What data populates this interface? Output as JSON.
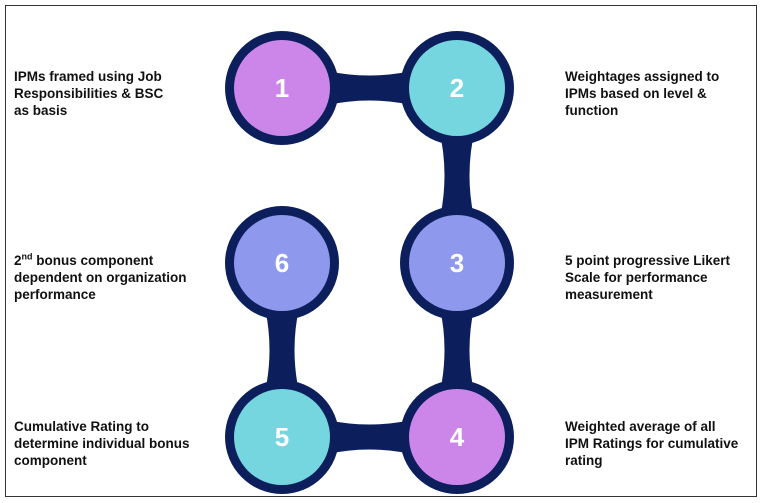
{
  "diagram": {
    "colors": {
      "connector": "#0c1f5c",
      "purple": "#cc86ea",
      "teal": "#75d6df",
      "periwinkle": "#8e98ec"
    },
    "steps": [
      {
        "number": "1",
        "color": "purple",
        "description": [
          "IPMs framed using Job",
          "Responsibilities & BSC",
          "as basis"
        ]
      },
      {
        "number": "2",
        "color": "teal",
        "description": [
          "Weightages assigned to",
          "IPMs based on level &",
          "function"
        ]
      },
      {
        "number": "3",
        "color": "periwinkle",
        "description": [
          "5 point progressive Likert",
          "Scale for performance",
          "measurement"
        ]
      },
      {
        "number": "4",
        "color": "purple",
        "description": [
          "Weighted average of all",
          "IPM Ratings for cumulative",
          "rating"
        ]
      },
      {
        "number": "5",
        "color": "teal",
        "description": [
          "Cumulative Rating to",
          "determine individual bonus",
          "component"
        ]
      },
      {
        "number": "6",
        "color": "periwinkle",
        "description": {
          "superscript_prefix": "2",
          "superscript": "nd",
          "lines": [
            " bonus component",
            "dependent on organization",
            "performance"
          ]
        }
      }
    ]
  }
}
